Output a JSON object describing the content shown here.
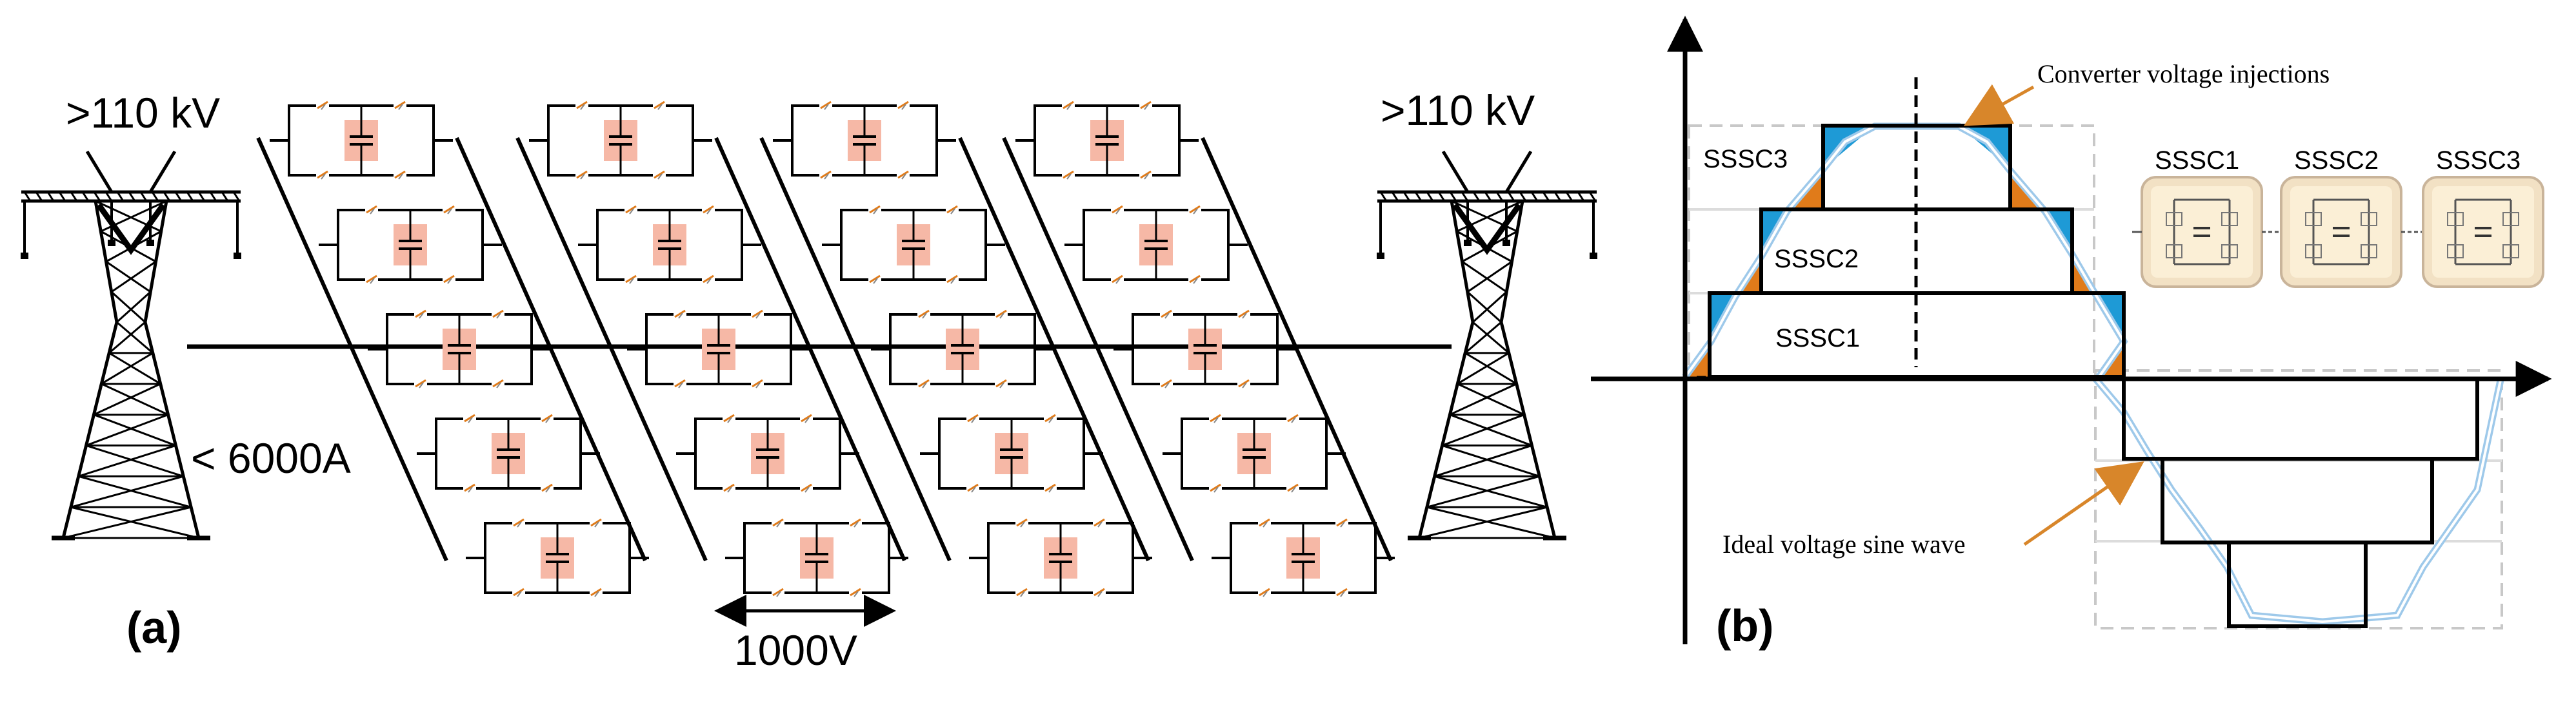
{
  "panel_a": {
    "label": "(a)",
    "voltage_left": ">110 kV",
    "voltage_right": ">110 kV",
    "current": "< 6000A",
    "module_voltage": "1000V"
  },
  "panel_b": {
    "label": "(b)",
    "annotation_injections": "Converter voltage injections",
    "annotation_sine": "Ideal voltage sine wave",
    "step_labels": [
      "SSSC3",
      "SSSC2",
      "SSSC1"
    ],
    "converter_labels": [
      "SSSC1",
      "SSSC2",
      "SSSC3"
    ]
  },
  "colors": {
    "capacitor_fill": "#f6b8a6",
    "injection_blue": "#1e9ad6",
    "injection_orange": "#e07b1a",
    "annotation_arrow": "#d8862a",
    "converter_box": "#fbefd6",
    "converter_border": "#c9b49a",
    "sine_wave": "#9ec9ea",
    "dashed_grey": "#c8c8c8"
  }
}
